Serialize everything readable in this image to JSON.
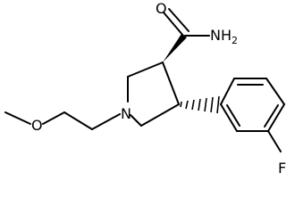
{
  "molecule": {
    "atoms": {
      "O_carbonyl": "O",
      "N_amide": "NH",
      "N_amide_h_count": "2",
      "N_ring": "N",
      "O_ether": "O",
      "F": "F"
    }
  }
}
